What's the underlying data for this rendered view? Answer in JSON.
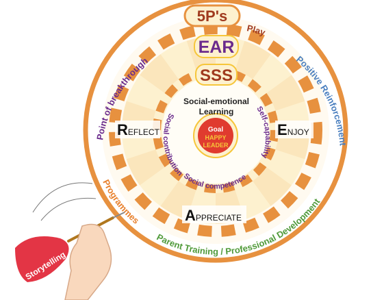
{
  "title": "5P's",
  "rings": {
    "top_label": "EAR",
    "middle_label": "SSS",
    "inner_title_line1": "Social-emotional",
    "inner_title_line2": "Learning"
  },
  "center": {
    "goal": "Goal",
    "line1": "HAPPY",
    "line2": "LEADER"
  },
  "ear_words": {
    "reflect_initial": "R",
    "reflect_rest": "EFLECT",
    "enjoy_initial": "E",
    "enjoy_rest": "NJOY",
    "appreciate_initial": "A",
    "appreciate_rest": "PPRECIATE"
  },
  "sss_words": {
    "left": "Social contribution",
    "right": "Self-capability",
    "bottom": "Social competence"
  },
  "outer_words": {
    "play": "Play",
    "positive": "Positive Reinforcement",
    "parent": "Parent Training / Professional Development",
    "programmes": "Programmes",
    "breakthrough": "Point of breakthrough"
  },
  "dart_label": "Storytelling",
  "colors": {
    "outer_ring": "#e7913f",
    "cream": "#fdf1cf",
    "segment_light": "#fbe6bc",
    "dark_red": "#a03a1e",
    "purple": "#6a2a8c",
    "blue": "#4a7fbf",
    "green": "#4f9a3a",
    "orange_text": "#e8802c",
    "center_red": "#e03b2f",
    "gold": "#f6c63a"
  }
}
